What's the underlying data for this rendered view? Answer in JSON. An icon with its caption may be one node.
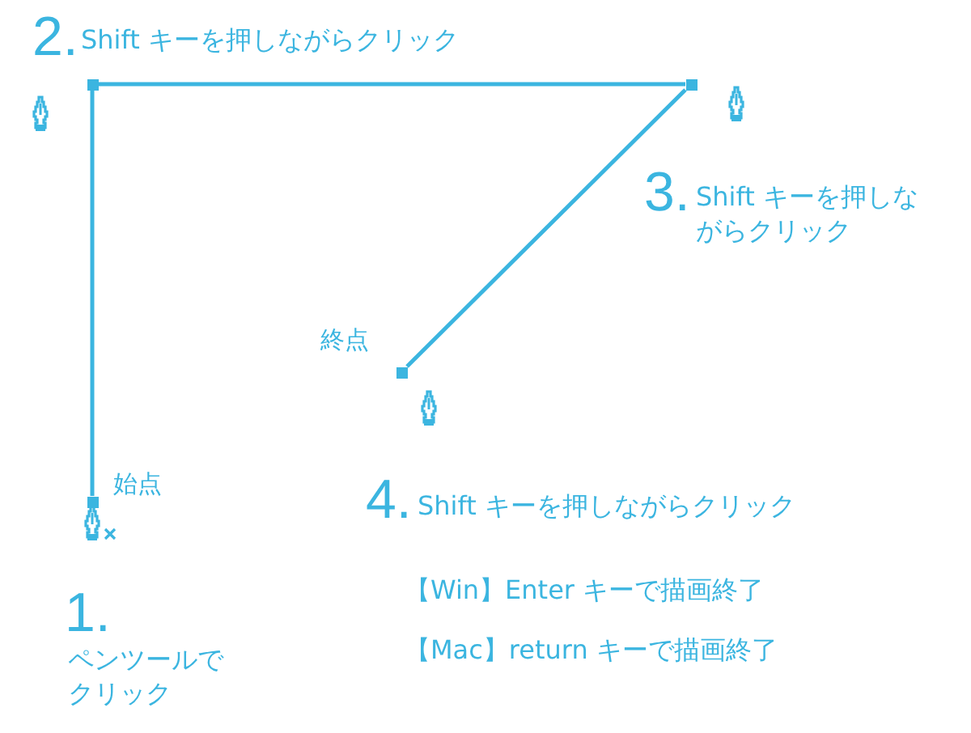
{
  "diagram": {
    "nodes": [
      {
        "text": [],
        "shape": "box"
      },
      {
        "text": [],
        "shape": "box"
      },
      {
        "text": [],
        "shape": "box",
        "beside": [
          "終点"
        ]
      },
      {
        "text": [],
        "shape": "box",
        "beside": [
          "始点"
        ]
      }
    ],
    "edges": [
      {
        "from": 3,
        "to": 0,
        "arrow": "none"
      },
      {
        "from": 0,
        "to": 1,
        "arrow": "none"
      },
      {
        "from": 1,
        "to": 2,
        "arrow": "none"
      }
    ],
    "labels": [
      "2.",
      "Shift キーを押しながらクリック",
      "3.",
      "Shift キーを押しながらクリック",
      "4.",
      "Shift キーを押しながらクリック",
      "1.",
      "【Win】Enter キーで描画終了",
      "ペンツールでクリック",
      "【Mac】return キーで描画終了"
    ]
  }
}
